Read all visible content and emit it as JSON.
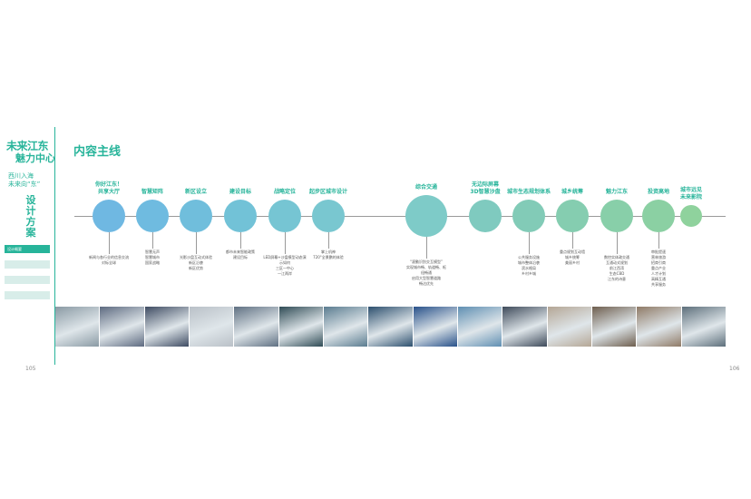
{
  "sidebar": {
    "logo_line1": "未来江东",
    "logo_line2": "魅力中心",
    "tagline1": "西川入海",
    "tagline2": "未来向“东”",
    "section_title": "设计方案",
    "menu": [
      "设计概要",
      "",
      "",
      ""
    ]
  },
  "title": "内容主线",
  "pages": {
    "left": "105",
    "right": "106"
  },
  "nodes": [
    {
      "label": [
        "你好江东！",
        "共享大厅"
      ],
      "desc": [
        "新闻与各行业的信息交流",
        "对标全球"
      ],
      "color": "#6fb8e2"
    },
    {
      "label": [
        "智慧矩阵"
      ],
      "desc": [
        "智慧无声",
        "智慧城市",
        "国家战略"
      ],
      "color": "#6fbbe0"
    },
    {
      "label": [
        "新区设立"
      ],
      "desc": [
        "光影沙盘互动式体验",
        "新区沿袭",
        "新区优势"
      ],
      "color": "#70bedc"
    },
    {
      "label": [
        "建设目标"
      ],
      "desc": [
        "都市未来智能政策",
        "建设目标"
      ],
      "color": "#72c2d7"
    },
    {
      "label": [
        "战略定位"
      ],
      "desc": [
        "LED屏幕+沙盘模型动态演",
        "示如何",
        "三区一中心",
        "一江两岸"
      ],
      "color": "#76c5d3"
    },
    {
      "label": [
        "起步区城市设计"
      ],
      "desc": [
        "掌上机神",
        "720°全景鹏的体验"
      ],
      "color": "#79c7d0"
    },
    {
      "label": [
        "综合交通"
      ],
      "desc": [
        "“滚動识别交互模型”",
        "实现城市畅、轨道畅、枢",
        "纽畅通",
        "启用大型智慧道路",
        "畅达优先"
      ],
      "color": "#7ecbc8"
    },
    {
      "label": [
        "无边际屏幕",
        "3D智慧沙盘"
      ],
      "desc": [],
      "color": "#7fcabf"
    },
    {
      "label": [
        "城市生态规划体系"
      ],
      "desc": [
        "公共服务设施",
        "城市整体沿袭",
        "滨水格局",
        "乡村乡城"
      ],
      "color": "#82cbb7"
    },
    {
      "label": [
        "城乡统筹"
      ],
      "desc": [
        "重点规划互动墙",
        "城乡统筹",
        "美丽乡村"
      ],
      "color": "#85cdb0"
    },
    {
      "label": [
        "魅力江东"
      ],
      "desc": [
        "数控实体政交通",
        "互通动式规划",
        "前江西湾",
        "生态CBD",
        "江东的诗意"
      ],
      "color": "#88cfa9"
    },
    {
      "label": [
        "投资高地"
      ],
      "desc": [
        "审批提速",
        "营林旅游",
        "招商引商",
        "重点产业",
        "人才计划",
        "高精互通",
        "共享服务"
      ],
      "color": "#8bd0a3"
    },
    {
      "label": [
        "城市远见",
        "未来影院"
      ],
      "desc": [],
      "color": "#8fd29d"
    }
  ],
  "photo_strip": [
    "#8a9aa4",
    "#5d6a80",
    "#3e4b62",
    "#b9c0c7",
    "#5f7082",
    "#2f4b55",
    "#5a7c90",
    "#2c4f6e",
    "#28518a",
    "#5f8fb2",
    "#3e4a5a",
    "#b4a695",
    "#6e5e4e",
    "#8f7a66",
    "#5d6f7b"
  ]
}
